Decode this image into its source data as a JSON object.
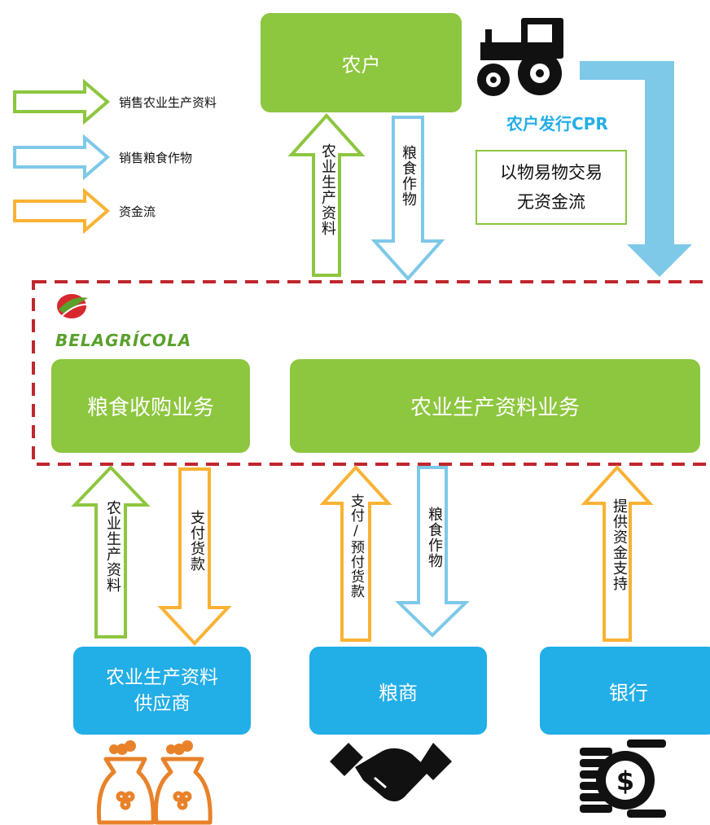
{
  "colors": {
    "green": "#8dc63f",
    "blue_box": "#22aee6",
    "blue_arrow": "#7ec8e8",
    "orange": "#f9b233",
    "dashed_red": "#c0272d",
    "logo_red": "#d7282f",
    "logo_green": "#5aa02c"
  },
  "legend": [
    {
      "label": "销售农业生产资料",
      "color": "green"
    },
    {
      "label": "销售粮食作物",
      "color": "blue"
    },
    {
      "label": "资金流",
      "color": "orange"
    }
  ],
  "farmer_box": "农户",
  "cpr_label": "农户发行CPR",
  "barter_box": {
    "line1": "以物易物交易",
    "line2": "无资金流"
  },
  "top_arrows": {
    "up_green": "农业生产资料",
    "down_blue": "粮食作物"
  },
  "logo_text": "BELAGRÍCOLA",
  "grain_business": "粮食收购业务",
  "input_business": "农业生产资料业务",
  "bottom_arrows": {
    "supplier_up_green": "农业生产资料",
    "supplier_down_orange": "支付货款",
    "trader_up_orange": "支付/预付货款",
    "trader_down_blue": "粮食作物",
    "bank_up_orange": "提供资金支持"
  },
  "bottom_boxes": {
    "supplier": {
      "line1": "农业生产资料",
      "line2": "供应商"
    },
    "trader": "粮商",
    "bank": "银行"
  },
  "icons": [
    "tractor-icon",
    "seed-bags-icon",
    "handshake-icon",
    "money-coins-icon"
  ]
}
